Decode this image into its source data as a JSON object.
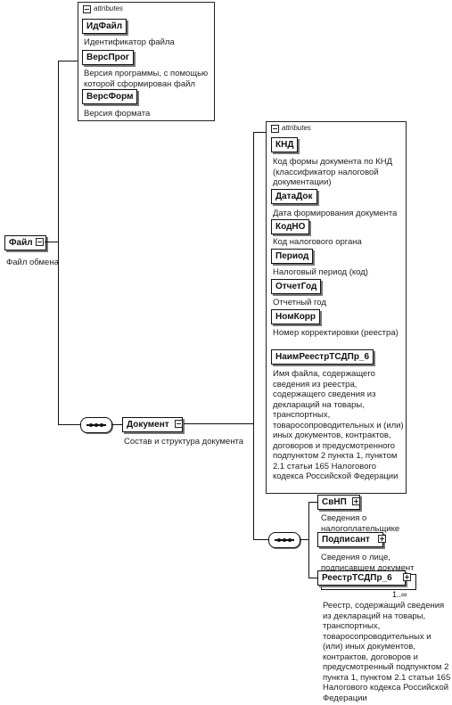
{
  "attributes_label": "attributes",
  "root": {
    "name": "Файл",
    "description": "Файл обмена"
  },
  "root_attributes": [
    {
      "name": "ИдФайл",
      "description": "Идентификатор файла"
    },
    {
      "name": "ВерсПрог",
      "description": "Версия программы, с помощью которой сформирован файл"
    },
    {
      "name": "ВерсФорм",
      "description": "Версия формата"
    }
  ],
  "document": {
    "name": "Документ",
    "description": "Состав и структура документа"
  },
  "document_attributes": [
    {
      "name": "КНД",
      "description": "Код формы документа по КНД (классификатор налоговой документации)"
    },
    {
      "name": "ДатаДок",
      "description": "Дата формирования документа"
    },
    {
      "name": "КодНО",
      "description": "Код налогового органа"
    },
    {
      "name": "Период",
      "description": "Налоговый период (код)"
    },
    {
      "name": "ОтчетГод",
      "description": "Отчетный год"
    },
    {
      "name": "НомКорр",
      "description": "Номер корректировки (реестра)"
    },
    {
      "name": "НаимРеестрТСДПр_6",
      "description": "Имя файла, содержащего сведения из реестра, содержащего сведения из деклараций на товары, транспортных, товаросопроводительных и (или) иных документов, контрактов, договоров и предусмотренного подпунктом 2 пункта 1, пунктом 2.1 статьи 165 Налогового кодекса Российской Федерации"
    }
  ],
  "children": [
    {
      "name": "СвНП",
      "description": "Сведения о налогоплательщике"
    },
    {
      "name": "Подписант",
      "description": "Сведения о лице, подписавшем документ"
    },
    {
      "name": "РеестрТСДПр_6",
      "description": "Реестр, содержащий сведения из деклараций на товары, транспортных, товаросопроводительных и (или) иных документов, контрактов, договоров и предусмотренный подпунктом 2 пункта 1, пунктом 2.1 статьи 165 Налогового кодекса Российской Федерации",
      "multiplicity": "1..∞"
    }
  ]
}
